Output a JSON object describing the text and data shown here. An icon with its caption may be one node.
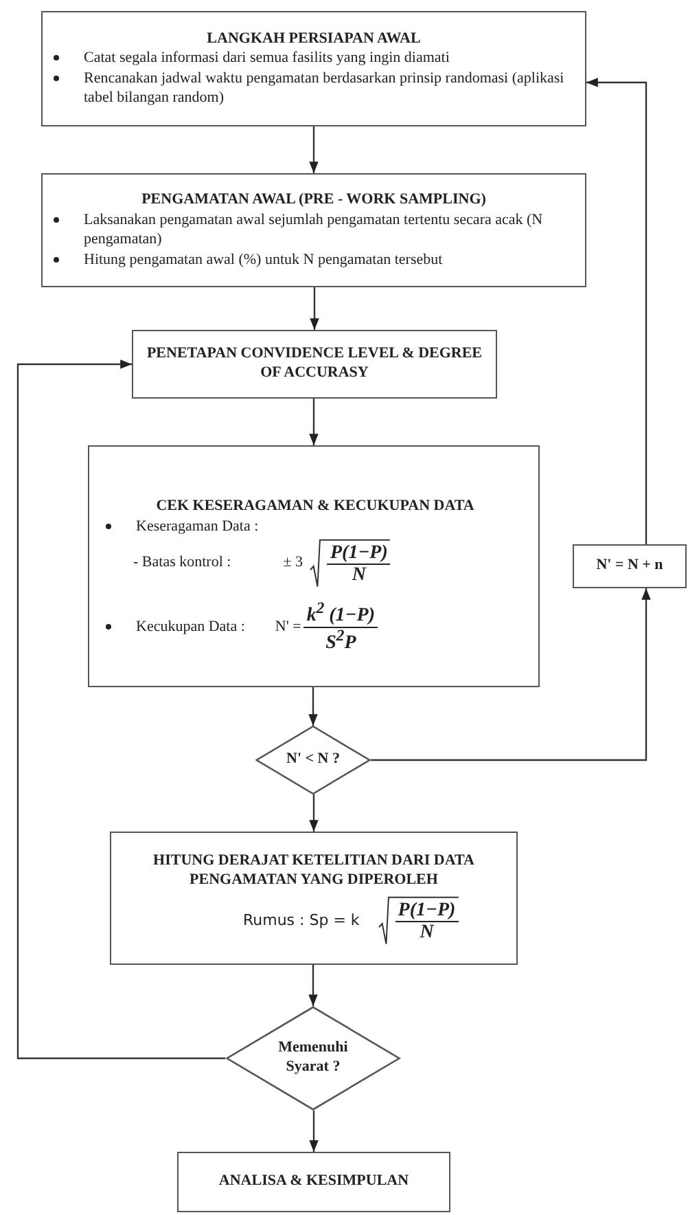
{
  "diagram": {
    "nodes": [
      {
        "text": [
          "LANGKAH PERSIAPAN AWAL",
          "Catat segala informasi dari semua fasilits yang ingin diamati",
          "Rencanakan jadwal waktu pengamatan berdasarkan prinsip randomasi (aplikasi tabel bilangan random)"
        ]
      },
      {
        "text": [
          "PENGAMATAN AWAL (PRE - WORK SAMPLING)",
          "Laksanakan pengamatan awal sejumlah pengamatan tertentu secara acak (N pengamatan)",
          "Hitung pengamatan awal (%) untuk N pengamatan tersebut"
        ]
      },
      {
        "text": [
          "PENETAPAN CONVIDENCE LEVEL & DEGREE OF ACCURASY"
        ]
      },
      {
        "text": [
          "CEK KESERAGAMAN & KECUKUPAN DATA",
          "Keseragaman Data :",
          "- Batas kontrol :",
          "± 3",
          "P(1−P)",
          "N",
          "Kecukupan Data :",
          "N' =",
          "k$^{2}$ (1−P)",
          "S$^{2}$P"
        ]
      },
      {
        "text": [
          "N' < N ?"
        ]
      },
      {
        "text": [
          "N' = N + n"
        ]
      },
      {
        "text": [
          "HITUNG DERAJAT KETELITIAN DARI DATA PENGAMATAN YANG DIPEROLEH",
          "Rumus : Sp = k",
          "P(1−P)",
          "N"
        ]
      },
      {
        "text": [
          "Memenuhi Syarat ?"
        ]
      },
      {
        "text": [
          "ANALISA & KESIMPULAN"
        ]
      }
    ],
    "edges": [
      {
        "from": 0,
        "to": 1,
        "arrow": "to"
      },
      {
        "from": 1,
        "to": 2,
        "arrow": "to"
      },
      {
        "from": 2,
        "to": 3,
        "arrow": "to"
      },
      {
        "from": 3,
        "to": 4,
        "arrow": "to"
      },
      {
        "from": 4,
        "to": 5,
        "arrow": "to"
      },
      {
        "from": 5,
        "to": 0,
        "arrow": "to"
      },
      {
        "from": 4,
        "to": 6,
        "arrow": "to"
      },
      {
        "from": 6,
        "to": 7,
        "arrow": "to"
      },
      {
        "from": 7,
        "to": 2,
        "arrow": "to"
      },
      {
        "from": 7,
        "to": 8,
        "arrow": "to"
      }
    ]
  }
}
